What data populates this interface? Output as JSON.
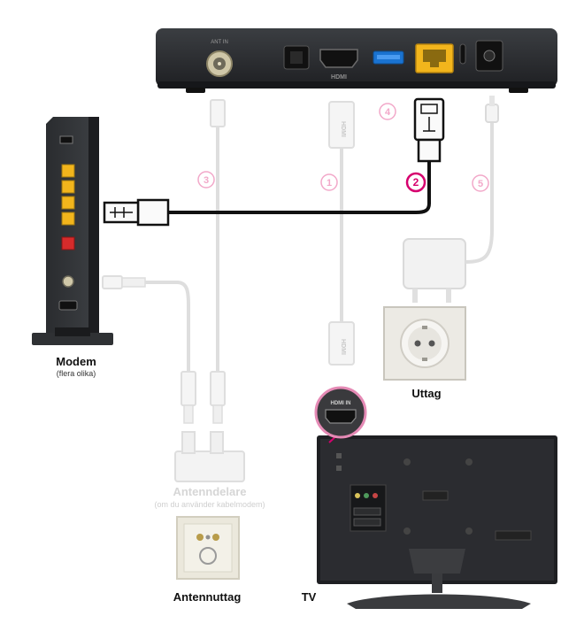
{
  "stb": {
    "port_antenna": "ANT IN",
    "port_hdmi": "HDMI"
  },
  "cables": {
    "n1": "1",
    "n2": "2",
    "n3": "3",
    "n4": "4",
    "n5": "5",
    "hdmi_plug": "HDMI"
  },
  "tv": {
    "hdmi_port": "HDMI IN"
  },
  "labels": {
    "modem": "Modem",
    "modem_sub": "(flera olika)",
    "outlet": "Uttag",
    "splitter": "Antenndelare",
    "splitter_sub": "(om du använder kabelmodem)",
    "antenna_outlet": "Antennuttag",
    "tv": "TV"
  },
  "colors": {
    "accent": "#d6006e",
    "faded_accent": "#f2a8c9",
    "device": "#2b2d30",
    "ethernet_port": "#f2b51c",
    "faded_cable": "#dedede"
  }
}
